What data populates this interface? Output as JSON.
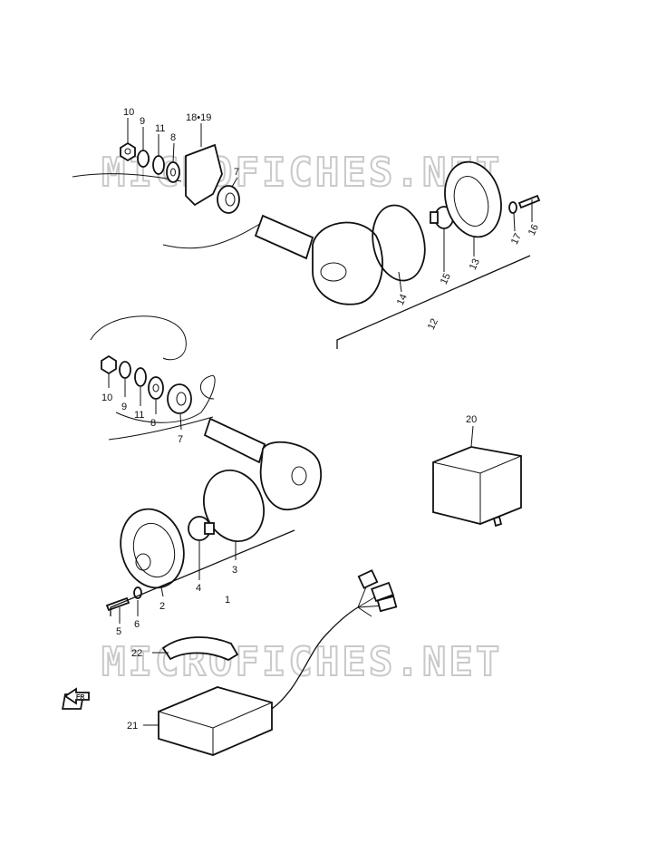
{
  "watermark": "MICROFICHES.NET",
  "callouts": {
    "top_10": "10",
    "top_9": "9",
    "top_11": "11",
    "top_8": "8",
    "top_1819": "18•19",
    "top_7": "7",
    "top_14": "14",
    "top_15": "15",
    "top_13": "13",
    "top_17": "17",
    "top_16": "16",
    "top_12": "12",
    "mid_10": "10",
    "mid_9": "9",
    "mid_11": "11",
    "mid_8": "8",
    "mid_7": "7",
    "mid_3": "3",
    "mid_4": "4",
    "mid_2": "2",
    "mid_1": "1",
    "mid_5": "5",
    "mid_6": "6",
    "r_20": "20",
    "r_22": "22",
    "r_21": "21"
  },
  "front_marker": "FR"
}
